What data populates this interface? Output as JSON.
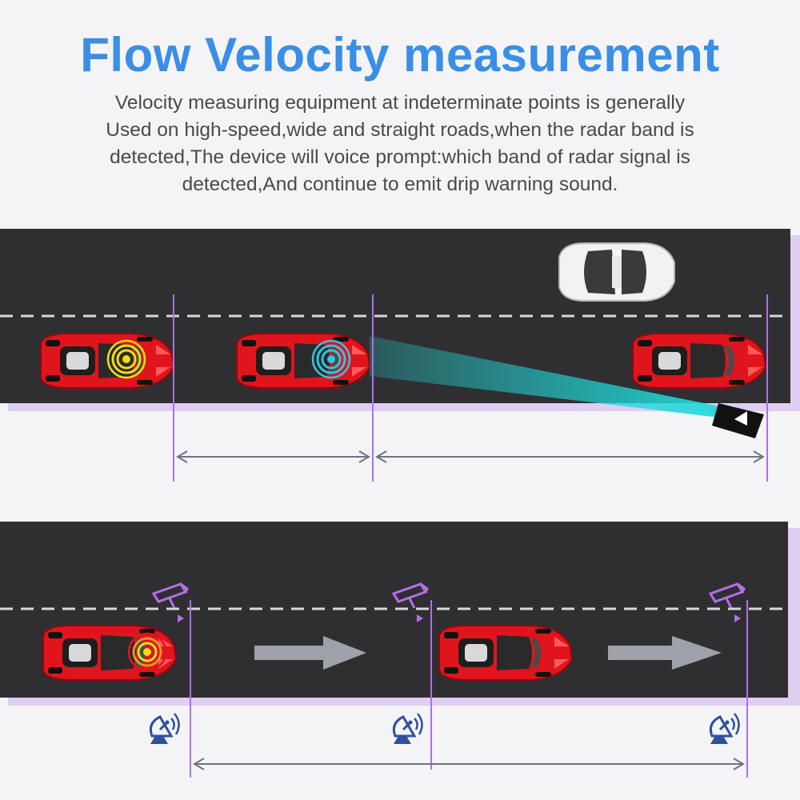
{
  "title": "Flow Velocity measurement",
  "description": [
    "Velocity measuring equipment at indeterminate points is generally",
    "Used on high-speed,wide and straight roads,when the radar band is",
    "detected,The device will voice prompt:which band of radar signal is",
    "detected,And continue to emit drip warning sound."
  ],
  "colors": {
    "title": "#3a8ee6",
    "text": "#4a4a4a",
    "road": "#2f2f31",
    "lane": "#d8d8d8",
    "marker": "#a974e0",
    "arrow": "#6d7384",
    "car_red": "#e0141c",
    "car_white": "#f2f2f2",
    "signal_yellow": "#f2dd12",
    "signal_cyan": "#2ec6e6",
    "beam": "#21d9d9",
    "camera_violet": "#b56ee8",
    "radar_blue": "#2f4fa0"
  },
  "icons": {
    "camera": "speed-camera-icon",
    "radar": "radar-dish-icon",
    "signal": "signal-waves-icon",
    "flow_arrow": "right-arrow-icon"
  }
}
